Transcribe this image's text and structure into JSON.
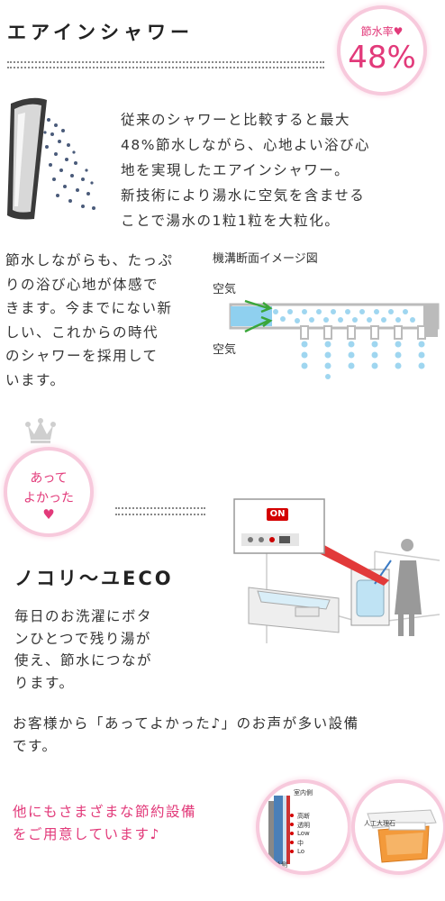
{
  "section1": {
    "title": "エアインシャワー",
    "badge_label": "節水率♥",
    "badge_value": "48%",
    "description": "従来のシャワーと比較すると最大\n48%節水しながら、心地よい浴び心\n地を実現したエアインシャワー。\n新技術により湯水に空気を含ませる\nことで湯水の1粒1粒を大粒化。",
    "left_text": "節水しながらも、たっぷ\nりの浴び心地が体感で\nきます。今までにない新\nしい、これからの時代\nのシャワーを採用して\nいます。",
    "diagram": {
      "caption": "機溝断面イメージ図",
      "air_top": "空気",
      "air_bottom": "空気"
    }
  },
  "section2": {
    "badge_text_1": "あって",
    "badge_text_2": "よかった",
    "badge_heart": "♥",
    "title": "ノコリ～ユECO",
    "on_label": "ON",
    "description": "毎日のお洗濯にボタ\nンひとつで残り湯が\n使え、節水につなが\nります。",
    "closing": "お客様から「あってよかった♪」のお声が多い設備\nです。"
  },
  "section3": {
    "text": "他にもさまざまな節約設備\nをご用意しています♪",
    "window_labels": {
      "indoor": "室内側",
      "outdoor": "室外側",
      "l1": "高断",
      "l2": "透明",
      "l3": "Low",
      "l4": "中",
      "l5": "Lo"
    },
    "tub_label": "人工大理石"
  },
  "colors": {
    "accent_pink": "#e23a7a",
    "badge_ring": "#f7c9dc",
    "water_blue": "#8fd0ef",
    "arrow_green": "#3aa63a"
  }
}
